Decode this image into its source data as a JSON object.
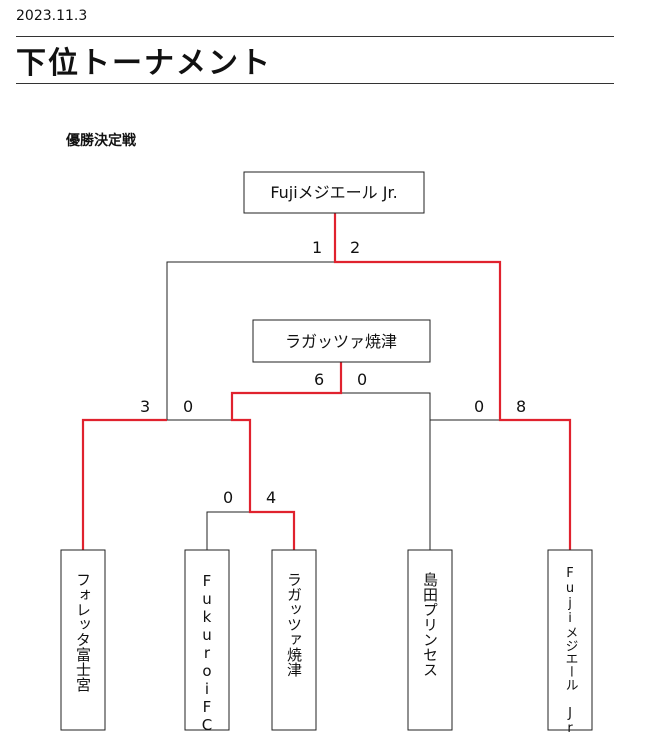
{
  "header": {
    "date": "2023.11.3",
    "title": "下位トーナメント",
    "section": "優勝決定戦"
  },
  "champion": "Fujiメジエール Jr.",
  "semifinal_winner": "ラガッツァ焼津",
  "teams": [
    "フォレッタ富士宮",
    "FukuroiFC",
    "ラガッツァ焼津",
    "島田プリンセス",
    "Fujiメジエール Jr."
  ],
  "scores": {
    "final": [
      "1",
      "2"
    ],
    "semi_left": [
      "3",
      "0"
    ],
    "semi_inner": [
      "6",
      "0"
    ],
    "semi_right": [
      "0",
      "8"
    ],
    "first_round": [
      "0",
      "4"
    ]
  },
  "colors": {
    "win_line": "#e0222e",
    "line": "#222222"
  }
}
